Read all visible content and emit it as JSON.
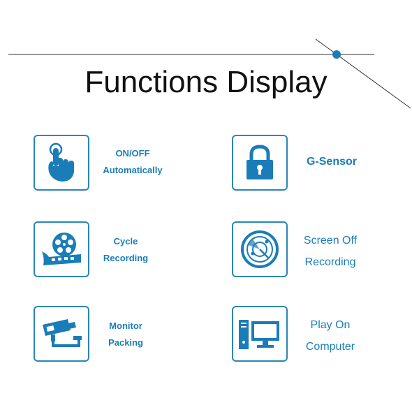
{
  "title": "Functions Display",
  "colors": {
    "accent": "#1a7db8",
    "border": "#2a86b8",
    "dot": "#1a7db8"
  },
  "features": [
    {
      "id": "on-off",
      "icon": "hand-touch-icon",
      "lines": [
        "ON/OFF",
        "Automatically"
      ]
    },
    {
      "id": "g-sensor",
      "icon": "padlock-icon",
      "lines": [
        "G-Sensor"
      ]
    },
    {
      "id": "cycle",
      "icon": "film-reel-icon",
      "lines": [
        "Cycle",
        "Recording"
      ]
    },
    {
      "id": "screen-off",
      "icon": "radar-icon",
      "lines": [
        "Screen Off",
        "Recording"
      ]
    },
    {
      "id": "monitor",
      "icon": "security-camera-icon",
      "lines": [
        "Monitor",
        "Packing"
      ]
    },
    {
      "id": "play-on",
      "icon": "desktop-computer-icon",
      "lines": [
        "Play On",
        "Computer"
      ]
    }
  ]
}
